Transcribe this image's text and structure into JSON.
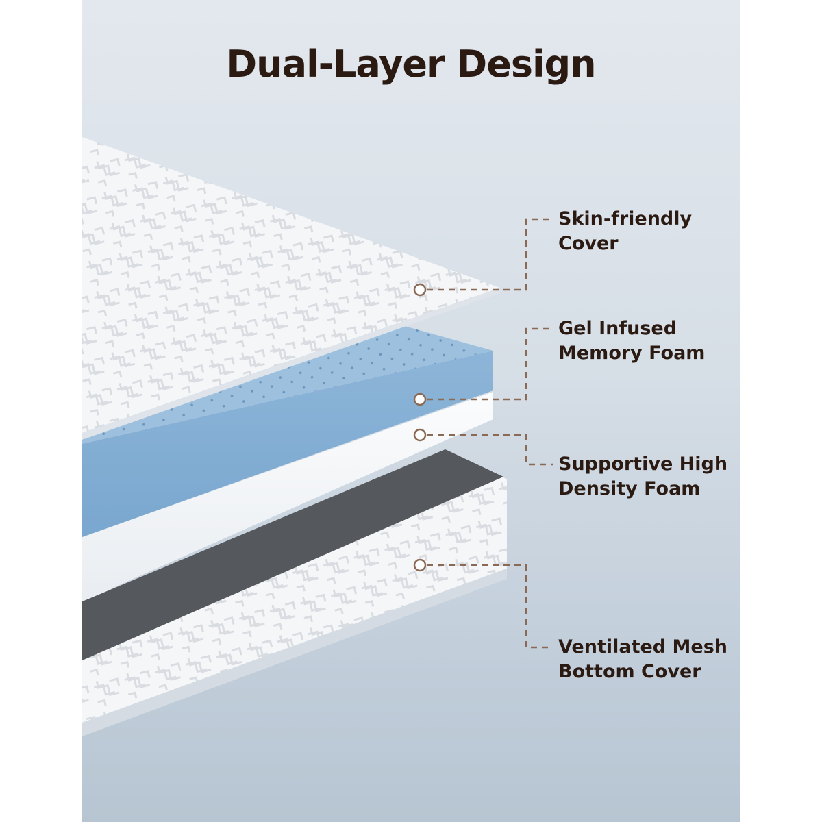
{
  "headline": "Dual-Layer Design",
  "callouts": [
    {
      "line1": "Skin-friendly",
      "line2": "Cover"
    },
    {
      "line1": "Gel Infused",
      "line2": "Memory Foam"
    },
    {
      "line1": "Supportive High",
      "line2": "Density Foam"
    },
    {
      "line1": "Ventilated Mesh",
      "line2": "Bottom Cover"
    }
  ],
  "colors": {
    "text": "#2b1a12",
    "callout_line": "#8a6a55",
    "gel_foam": "#8fb7d9",
    "base_foam_side": "#56595d",
    "cover_white": "#f7f8fa"
  }
}
